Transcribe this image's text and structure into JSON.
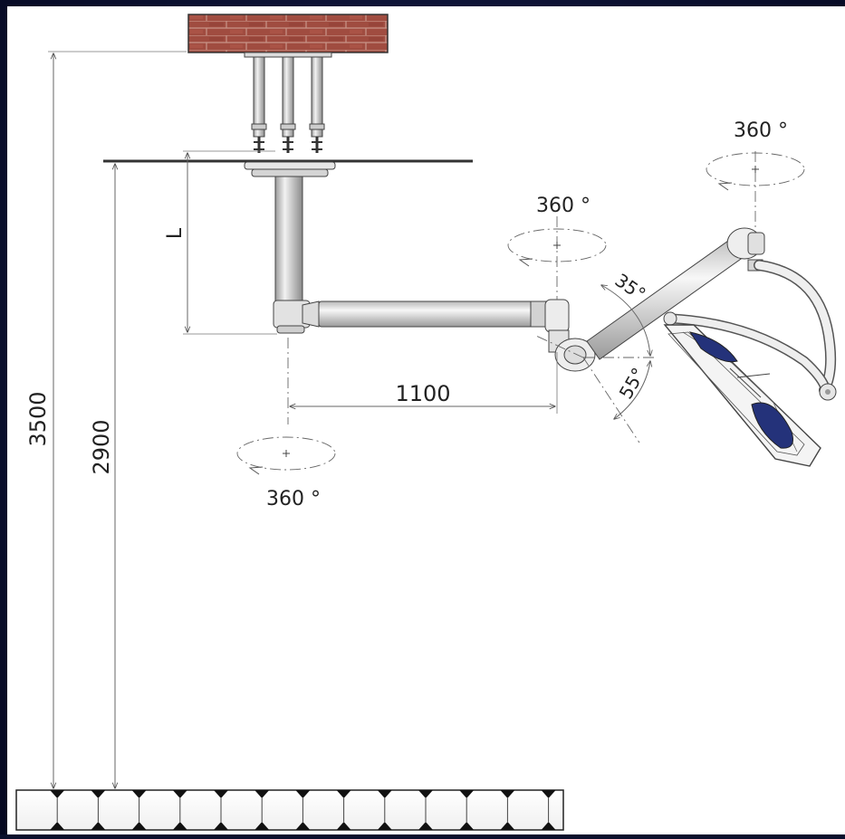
{
  "dimensions": {
    "total_height": "3500",
    "ceiling_height": "2900",
    "arm_length": "1100",
    "tube_length": "L"
  },
  "rotations": {
    "base": "360 °",
    "arm_end": "360 °",
    "lamp_top": "360 °"
  },
  "angles": {
    "up": "35°",
    "down": "55°"
  },
  "colors": {
    "brick": "#9c4a3e",
    "lamp_blue": "#24327a"
  }
}
